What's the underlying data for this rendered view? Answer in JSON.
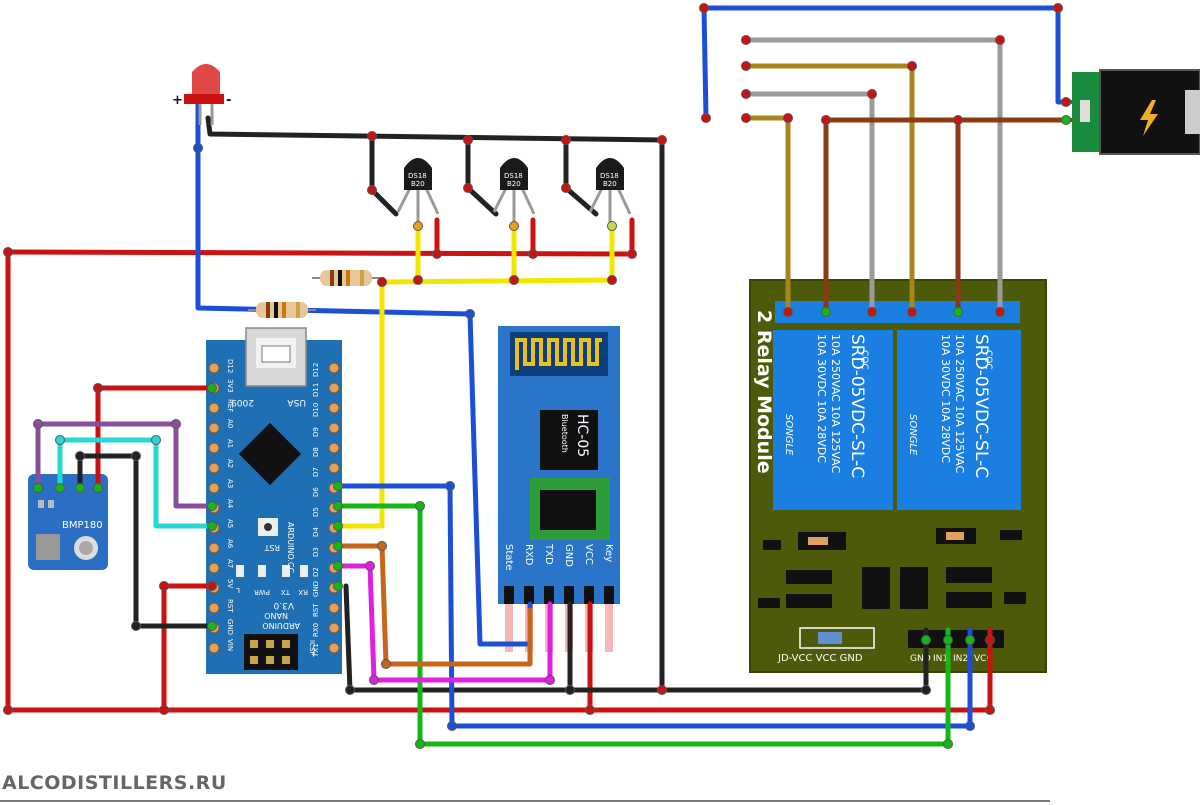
{
  "led": {
    "plus": "+",
    "minus": "-"
  },
  "sensors": [
    {
      "line1": "DS18",
      "line2": "B20"
    },
    {
      "line1": "DS18",
      "line2": "B20"
    },
    {
      "line1": "DS18",
      "line2": "B20"
    }
  ],
  "bmp": {
    "label": "BMP180"
  },
  "arduino": {
    "left_pins": [
      "D12",
      "3V3",
      "REF",
      "A0",
      "A1",
      "A2",
      "A3",
      "A4",
      "A5",
      "A6",
      "A7",
      "5V",
      "RST",
      "GND",
      "VIN"
    ],
    "right_pins": [
      "D12",
      "D11",
      "D10",
      "D9",
      "D8",
      "D7",
      "D6",
      "D5",
      "D4",
      "D3",
      "D2",
      "GND",
      "RST",
      "RX0",
      "TX1"
    ],
    "year": "2009",
    "country": "USA",
    "rst": "RST",
    "name": "ARDUINO.CC",
    "leds": [
      "L",
      "PWR",
      "TX",
      "RX"
    ],
    "ver": "V3.0",
    "nano": "NANO",
    "arduino_word": "ARDUINO",
    "icsp": "ICSP"
  },
  "hc05": {
    "name": "HC-05",
    "sub": "Bluetooth",
    "pins": [
      "State",
      "RXD",
      "TXD",
      "GND",
      "VCC",
      "Key"
    ]
  },
  "relay": {
    "title": "2 Relay Module",
    "relays": [
      {
        "brand": "CQC",
        "model": "SRD-05VDC-SL-C",
        "spec1": "10A 250VAC  10A 125VAC",
        "spec2": "10A  30VDC  10A  28VDC",
        "maker": "SONGLE"
      },
      {
        "brand": "CQC",
        "model": "SRD-05VDC-SL-C",
        "spec1": "10A 250VAC  10A 125VAC",
        "spec2": "10A  30VDC  10A  28VDC",
        "maker": "SONGLE"
      }
    ],
    "jumper_label": "JD-VCC  VCC  GND",
    "input_pins": [
      "GND",
      "IN1",
      "IN2",
      "VCC"
    ]
  },
  "power": {
    "icon": "lightning-icon"
  },
  "watermark": "ALCODISTILLERS.RU",
  "colors": {
    "red": "#cc1111",
    "black": "#222222",
    "blue": "#1a4fd6",
    "yellow": "#f2e600",
    "green": "#14b814",
    "orange": "#c8651b",
    "magenta": "#e020e0",
    "purple": "#8a4f9c",
    "cyan": "#27d6d6",
    "gray": "#9a9a9a",
    "olive": "#a8861e",
    "brown": "#8b3a12",
    "nano_board": "#1e6fb3",
    "relay_board": "#4d5a0a",
    "relay_blue": "#1a7fe0",
    "hc05_board": "#2a75c9"
  }
}
